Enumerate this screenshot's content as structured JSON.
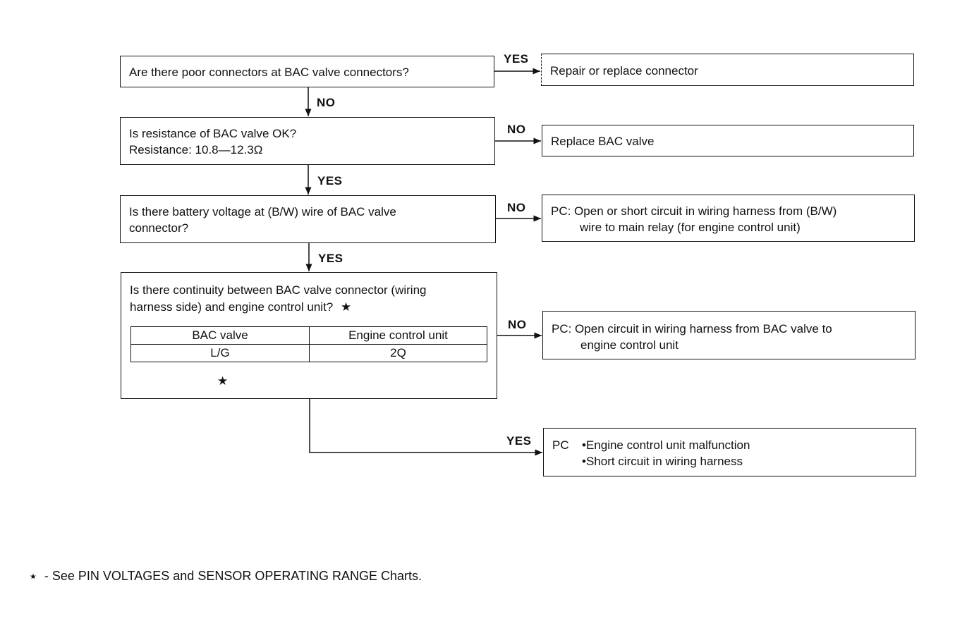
{
  "q1": {
    "text": "Are there poor connectors at BAC valve connectors?"
  },
  "q2": {
    "line1": "Is resistance of BAC valve OK?",
    "line2": "Resistance: 10.8—12.3Ω"
  },
  "q3": {
    "line1": "Is there battery voltage at (B/W) wire of BAC valve",
    "line2": "connector?"
  },
  "q4": {
    "line1": "Is there continuity between BAC valve connector (wiring",
    "line2": "harness side) and engine control unit?",
    "star": "★",
    "table": {
      "headers": [
        "BAC valve",
        "Engine control unit"
      ],
      "rows": [
        [
          "L/G",
          "2Q"
        ]
      ]
    },
    "star2": "★"
  },
  "r1": {
    "text": "Repair or replace connector"
  },
  "r2": {
    "text": "Replace BAC valve"
  },
  "r3": {
    "line1": "PC: Open or short circuit in wiring harness from (B/W)",
    "line2": "wire to main relay (for engine control unit)"
  },
  "r4": {
    "line1": "PC: Open circuit in wiring harness from BAC valve to",
    "line2": "engine control unit"
  },
  "r5": {
    "prefix": "PC",
    "item1": "•Engine control unit malfunction",
    "item2": "•Short circuit in wiring harness"
  },
  "labels": {
    "q1_yes": "YES",
    "q1_no": "NO",
    "q2_no": "NO",
    "q2_yes": "YES",
    "q3_no": "NO",
    "q3_yes": "YES",
    "q4_no": "NO",
    "q4_yes": "YES"
  },
  "footnote": {
    "star": "★",
    "text": "- See PIN VOLTAGES and SENSOR OPERATING RANGE Charts."
  }
}
